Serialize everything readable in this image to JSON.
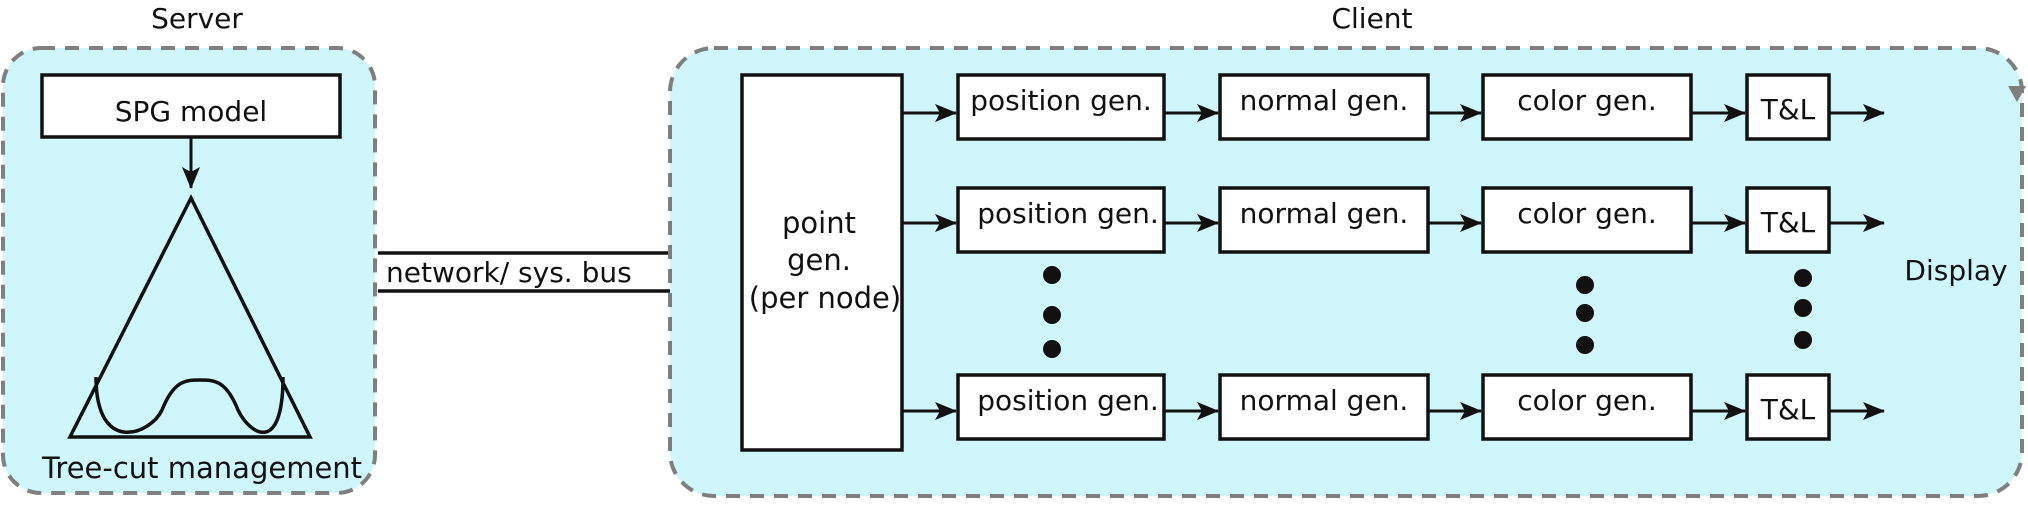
{
  "server": {
    "title": "Server",
    "model_label": "SPG model",
    "tree_label": "Tree-cut management"
  },
  "link": {
    "label": "network/ sys. bus"
  },
  "client": {
    "title": "Client",
    "point_gen": [
      "point",
      "gen.",
      "(per node)"
    ],
    "display_label": "Display",
    "rows": [
      {
        "position": "position gen.",
        "normal": "normal gen.",
        "color": "color gen.",
        "tl": "T&L"
      },
      {
        "position": "position gen.",
        "normal": "normal gen.",
        "color": "color gen.",
        "tl": "T&L"
      },
      {
        "position": "position gen.",
        "normal": "normal gen.",
        "color": "color gen.",
        "tl": "T&L"
      }
    ]
  },
  "colors": {
    "panel_fill": "#cef6fb",
    "panel_border": "#7f7f7f",
    "stroke": "#111111"
  }
}
